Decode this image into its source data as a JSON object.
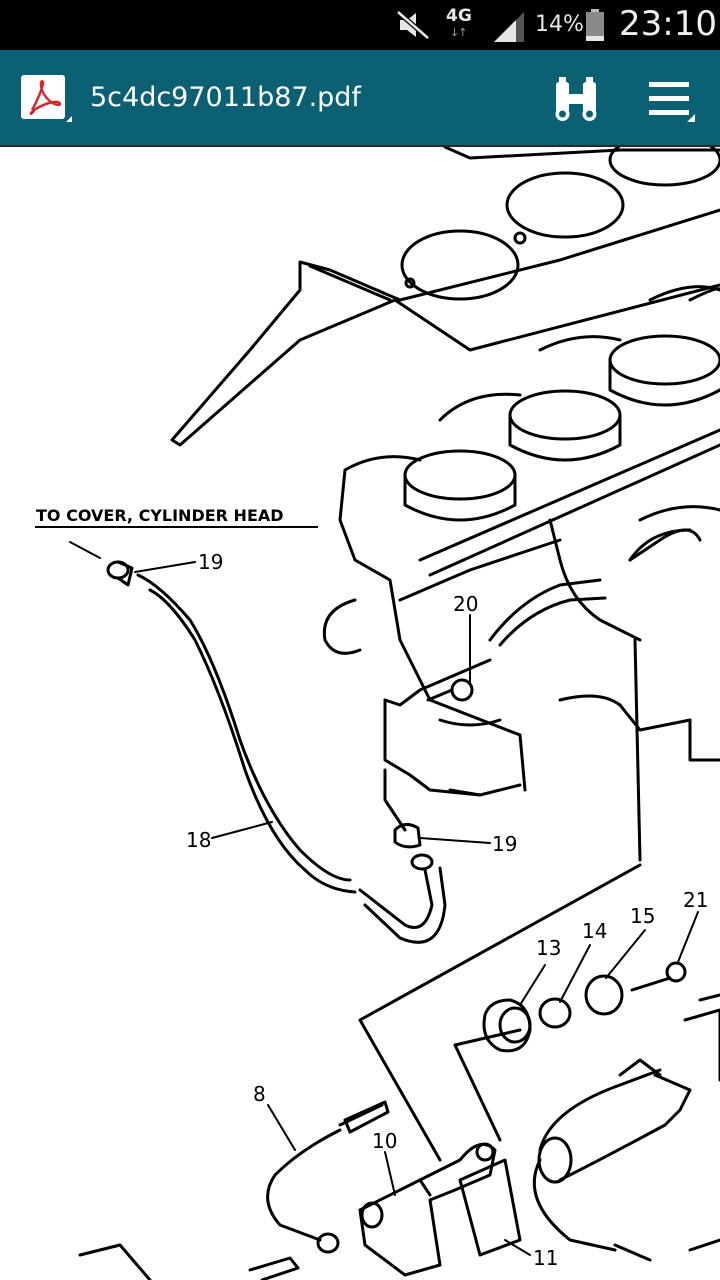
{
  "status_bar": {
    "network": "4G",
    "network_arrows": "↓↑",
    "battery_percent": "14%",
    "clock": "23:10"
  },
  "app_bar": {
    "file_name": "5c4dc97011b87.pdf",
    "background_color": "#0c6074"
  },
  "diagram": {
    "heading": "TO COVER, CYLINDER HEAD",
    "callouts": {
      "c19a": "19",
      "c19b": "19",
      "c20": "20",
      "c18": "18",
      "c13": "13",
      "c14": "14",
      "c15": "15",
      "c21": "21",
      "c8": "8",
      "c10": "10",
      "c11": "11"
    }
  }
}
